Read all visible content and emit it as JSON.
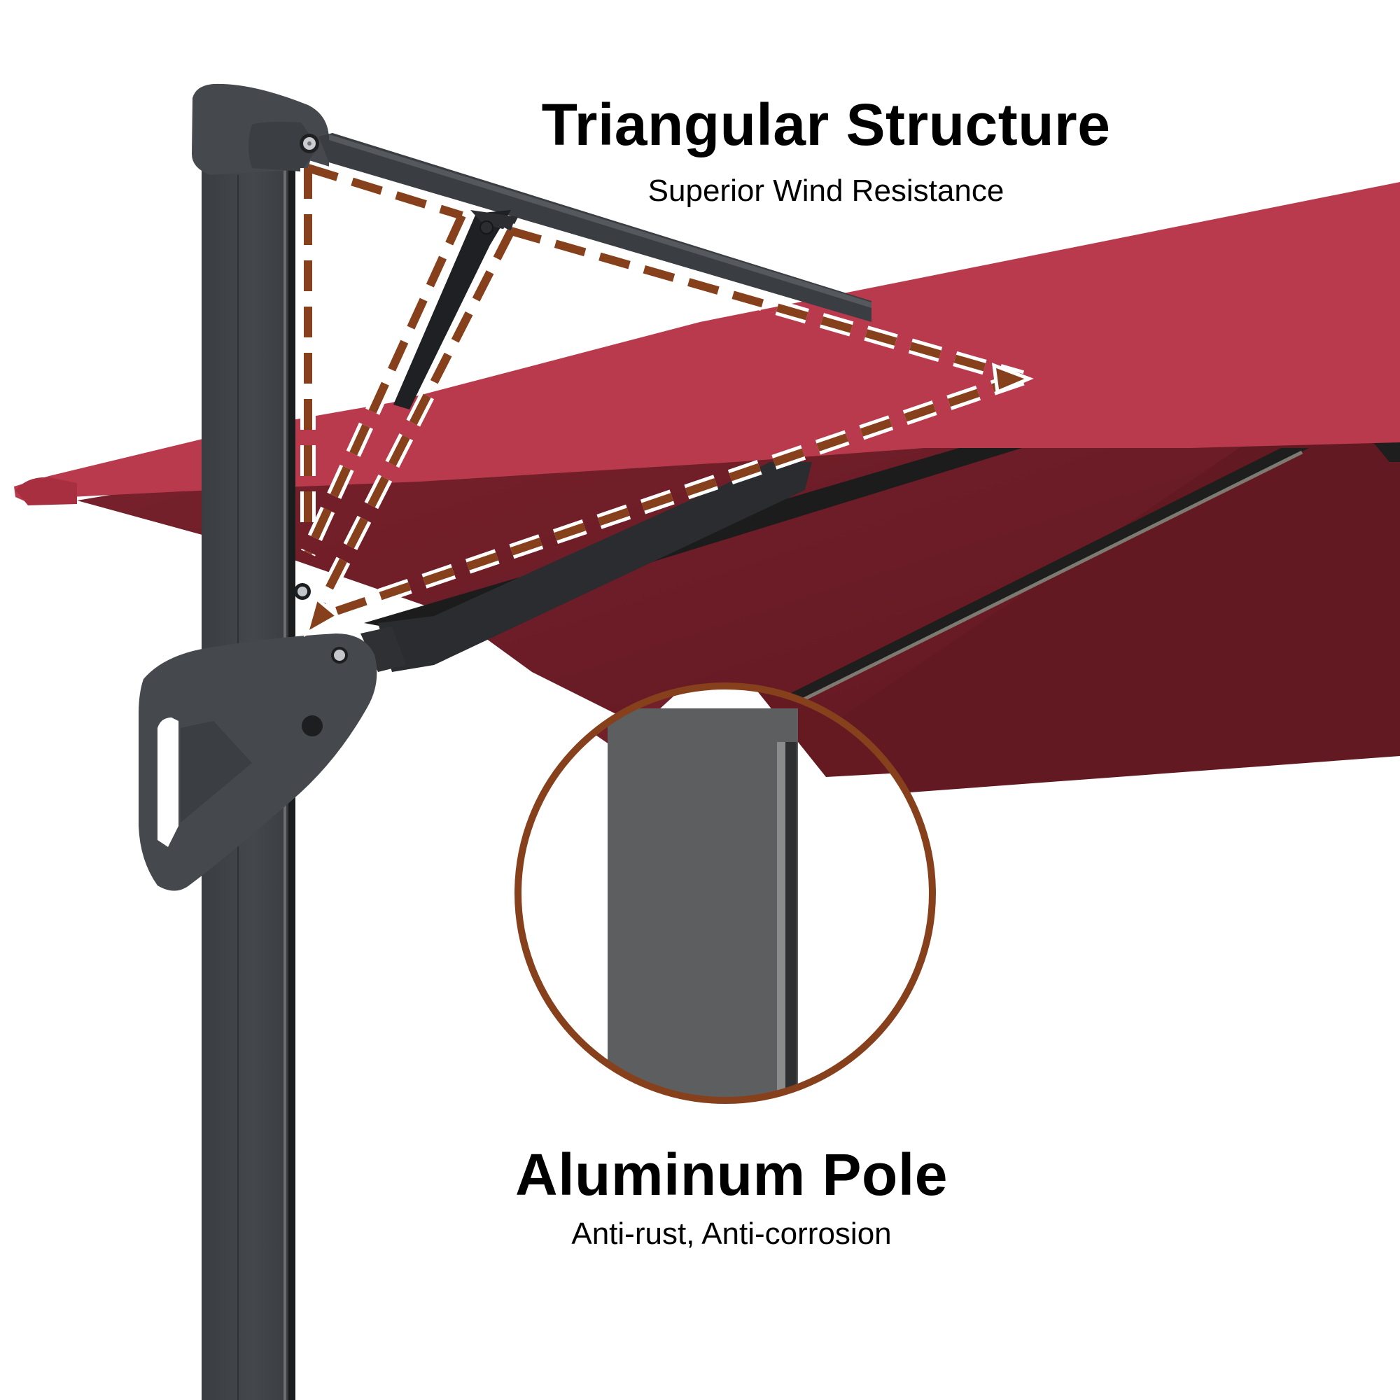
{
  "features": [
    {
      "title": "Triangular Structure",
      "subtitle": "Superior Wind Resistance",
      "callout": "dashed-triangle-arrows"
    },
    {
      "title": "Aluminum Pole",
      "subtitle": "Anti-rust, Anti-corrosion",
      "callout": "circular-zoom-inset"
    }
  ],
  "colors": {
    "background": "#ffffff",
    "canopy_top": "#ba3a4d",
    "canopy_under": "#722029",
    "canopy_under_dark": "#621922",
    "pole": "#3f4246",
    "pole_dark": "#2b2d30",
    "arm": "#3a3d41",
    "rib": "#1c1c1c",
    "dash_accent": "#87401c",
    "dash_outline": "#ffffff",
    "inset_ring": "#87401c",
    "inset_pole": "#5d5e5f",
    "text": "#000000"
  },
  "icons": [
    "dashed-arrow-icon",
    "zoom-circle-icon"
  ]
}
